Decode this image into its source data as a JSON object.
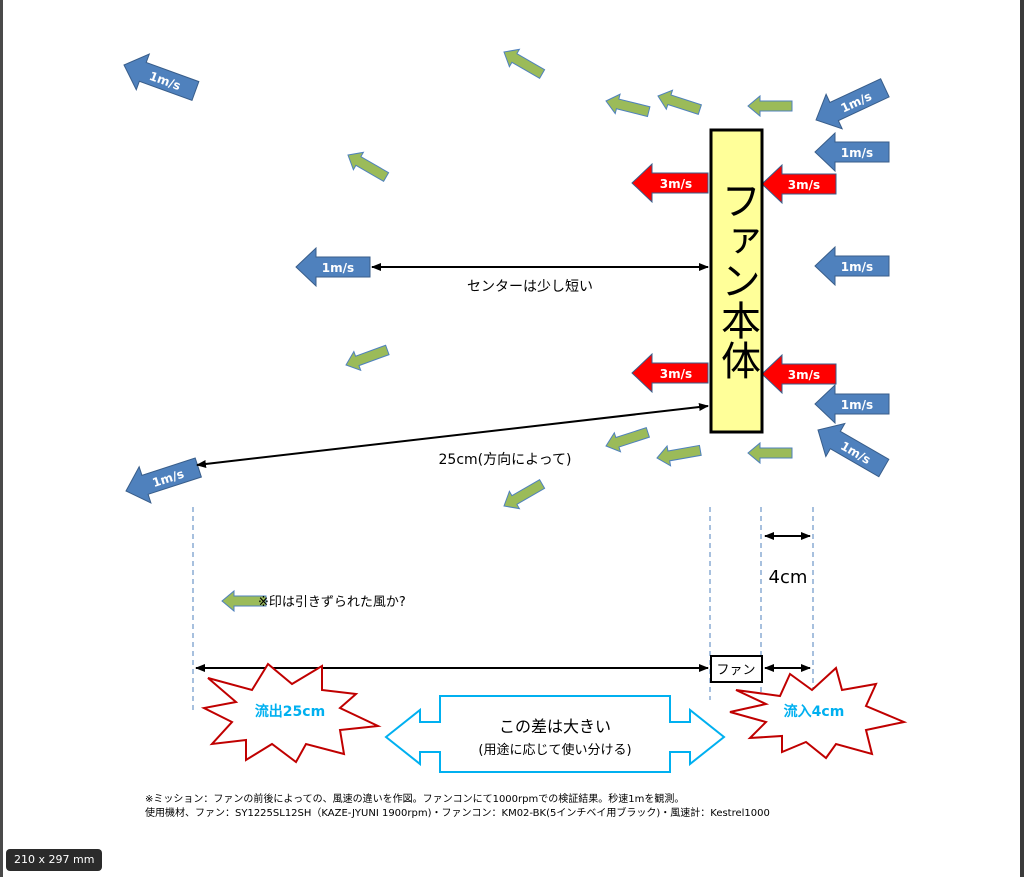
{
  "diagram": {
    "fan_body": "ファン本体",
    "speed_low": "1m/s",
    "speed_high": "3m/s",
    "center_label": "センターは少し短い",
    "distance_label": "25cm(方向によって)",
    "width_label": "4cm",
    "legend_text": "※印は引きずられた風か?",
    "fan_box_label": "ファン",
    "outflow_burst": "流出25cm",
    "inflow_burst": "流入4cm",
    "difference_line1": "この差は大きい",
    "difference_line2": "(用途に応じて使い分ける)",
    "note_line1": "※ミッション：ファンの前後によっての、風速の違いを作図。ファンコンにて1000rpmでの検証結果。秒速1mを観測。",
    "note_line2": "使用機材、ファン：SY1225SL12SH（KAZE-JYUNI 1900rpm)・ファンコン：KM02-BK(5インチベイ用ブラック)・風速計：Kestrel1000",
    "colors": {
      "blue_arrow": "#4f81bd",
      "red_arrow": "#ff0000",
      "green_arrow": "#9bbb59",
      "fan_fill": "#ffff99",
      "burst_stroke": "#c00000",
      "burst_text": "#00b0f0",
      "callout": "#00b0f0"
    }
  },
  "viewer": {
    "page_size": "210 x 297 mm"
  }
}
